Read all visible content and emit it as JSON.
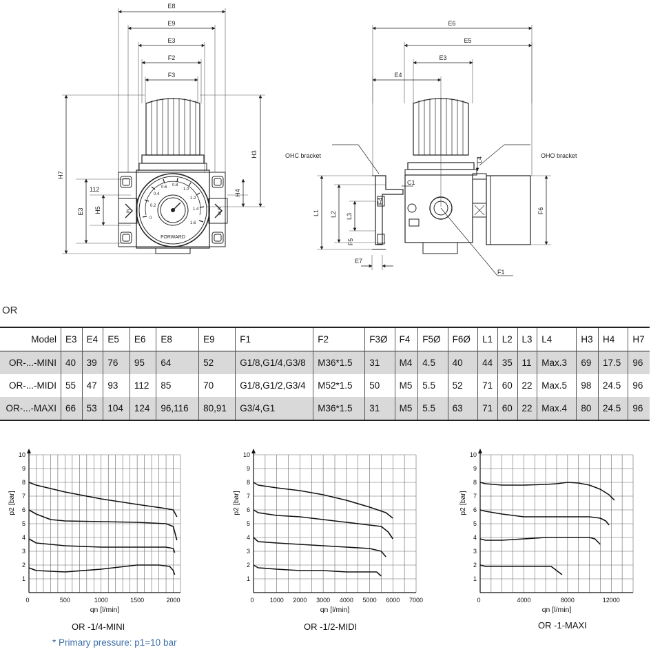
{
  "drawings": {
    "front": {
      "dims": [
        "E8",
        "E9",
        "E3",
        "F2",
        "F3",
        "H3",
        "H7",
        "E3",
        "H5",
        "H4",
        "112"
      ],
      "gauge_brand": "FORWARD",
      "gauge_ticks": [
        "0",
        "0.2",
        "0.4",
        "0.6",
        "0.8",
        "1.0",
        "1.2",
        "1.4",
        "1.6"
      ],
      "port_labels": [
        "IN",
        "OUT"
      ]
    },
    "side": {
      "dims": [
        "E6",
        "E5",
        "E3",
        "E4",
        "L4",
        "C1",
        "F4",
        "F6",
        "L1",
        "L2",
        "L3",
        "F5",
        "E7",
        "F1"
      ],
      "ohc_label": "OHC bracket",
      "oho_label": "OHO bracket"
    }
  },
  "series_label": "OR",
  "table": {
    "headers": [
      "Model",
      "E3",
      "E4",
      "E5",
      "E6",
      "E8",
      "E9",
      "F1",
      "F2",
      "F3Ø",
      "F4",
      "F5Ø",
      "F6Ø",
      "L1",
      "L2",
      "L3",
      "L4",
      "H3",
      "H4",
      "H7"
    ],
    "rows": [
      [
        "OR-...-MINI",
        "40",
        "39",
        "76",
        "95",
        "64",
        "52",
        "G1/8,G1/4,G3/8",
        "M36*1.5",
        "31",
        "M4",
        "4.5",
        "40",
        "44",
        "35",
        "11",
        "Max.3",
        "69",
        "17.5",
        "96"
      ],
      [
        "OR-...-MIDI",
        "55",
        "47",
        "93",
        "112",
        "85",
        "70",
        "G1/8,G1/2,G3/4",
        "M52*1.5",
        "50",
        "M5",
        "5.5",
        "52",
        "71",
        "60",
        "22",
        "Max.5",
        "98",
        "24.5",
        "96"
      ],
      [
        "OR-...-MAXI",
        "66",
        "53",
        "104",
        "124",
        "96,116",
        "80,91",
        "G3/4,G1",
        "M36*1.5",
        "31",
        "M5",
        "5.5",
        "63",
        "71",
        "60",
        "22",
        "Max.4",
        "80",
        "24.5",
        "96"
      ]
    ]
  },
  "chart_data": [
    {
      "type": "line",
      "title": "OR -1/4-MINI",
      "xlabel": "qn [l/min]",
      "ylabel": "p2 [bar]",
      "xlim": [
        0,
        2100
      ],
      "ylim": [
        0,
        10
      ],
      "xticks": [
        500,
        1000,
        1500,
        2000
      ],
      "xtick_labels": [
        "500",
        "1000",
        "1500",
        "2000"
      ],
      "yticks": [
        1,
        2,
        3,
        4,
        5,
        6,
        7,
        8,
        9,
        10
      ],
      "x_zero_label": "0",
      "series": [
        {
          "x": [
            0,
            100,
            500,
            1000,
            1500,
            1900,
            2000,
            2050
          ],
          "y": [
            8.0,
            7.8,
            7.3,
            6.8,
            6.4,
            6.1,
            6.0,
            5.5
          ]
        },
        {
          "x": [
            0,
            100,
            300,
            500,
            1000,
            1500,
            1900,
            2000,
            2050
          ],
          "y": [
            6.0,
            5.7,
            5.3,
            5.2,
            5.15,
            5.1,
            5.0,
            4.8,
            3.8
          ]
        },
        {
          "x": [
            0,
            100,
            500,
            1000,
            1500,
            1900,
            2000,
            2020
          ],
          "y": [
            3.9,
            3.6,
            3.4,
            3.3,
            3.3,
            3.3,
            3.2,
            2.9
          ]
        },
        {
          "x": [
            0,
            100,
            500,
            1000,
            1500,
            1800,
            1950,
            2000,
            2020
          ],
          "y": [
            1.8,
            1.6,
            1.5,
            1.7,
            2.0,
            2.0,
            1.9,
            1.6,
            1.3
          ]
        }
      ]
    },
    {
      "type": "line",
      "title": "OR -1/2-MIDI",
      "xlabel": "qn [l/min]",
      "ylabel": "p2 [bar]",
      "xlim": [
        0,
        7000
      ],
      "ylim": [
        0,
        10
      ],
      "xticks": [
        1000,
        2000,
        3000,
        4000,
        5000,
        6000,
        7000
      ],
      "xtick_labels": [
        "1000",
        "2000",
        "3000",
        "4000",
        "5000",
        "6000",
        "7000"
      ],
      "yticks": [
        1,
        2,
        3,
        4,
        5,
        6,
        7,
        8,
        9,
        10
      ],
      "x_zero_label": "0",
      "series": [
        {
          "x": [
            0,
            200,
            1000,
            2000,
            3000,
            4000,
            5000,
            5700,
            6000
          ],
          "y": [
            8.0,
            7.8,
            7.6,
            7.4,
            7.1,
            6.7,
            6.2,
            5.8,
            5.4
          ]
        },
        {
          "x": [
            0,
            200,
            1000,
            2000,
            3000,
            4000,
            5000,
            5500,
            5800,
            6000
          ],
          "y": [
            6.0,
            5.8,
            5.6,
            5.5,
            5.3,
            5.1,
            4.9,
            4.8,
            4.4,
            3.9
          ]
        },
        {
          "x": [
            0,
            200,
            1000,
            2000,
            3000,
            4000,
            5000,
            5500,
            5700
          ],
          "y": [
            4.0,
            3.7,
            3.6,
            3.5,
            3.4,
            3.3,
            3.2,
            3.0,
            2.6
          ]
        },
        {
          "x": [
            0,
            200,
            1000,
            2000,
            3000,
            4000,
            5000,
            5300,
            5500
          ],
          "y": [
            2.0,
            1.8,
            1.7,
            1.6,
            1.6,
            1.5,
            1.5,
            1.5,
            1.2
          ]
        }
      ]
    },
    {
      "type": "line",
      "title": "OR -1-MAXI",
      "xlabel": "qn [l/min]",
      "ylabel": "p2 [bar]",
      "xlim": [
        0,
        14000
      ],
      "ylim": [
        0,
        10
      ],
      "xticks": [
        4000,
        8000,
        12000
      ],
      "xtick_labels": [
        "4000",
        "8000",
        "12000"
      ],
      "yticks": [
        1,
        2,
        3,
        4,
        5,
        6,
        7,
        8,
        9,
        10
      ],
      "x_zero_label": "0",
      "series": [
        {
          "x": [
            0,
            500,
            2000,
            4000,
            6000,
            7000,
            8000,
            9000,
            10000,
            11000,
            11800,
            12300
          ],
          "y": [
            8.0,
            7.9,
            7.8,
            7.8,
            7.85,
            7.9,
            8.0,
            7.95,
            7.8,
            7.5,
            7.1,
            6.7
          ]
        },
        {
          "x": [
            0,
            500,
            2000,
            4000,
            6000,
            8000,
            10000,
            11000,
            11500,
            11800
          ],
          "y": [
            6.0,
            5.9,
            5.7,
            5.5,
            5.5,
            5.5,
            5.5,
            5.4,
            5.2,
            4.9
          ]
        },
        {
          "x": [
            0,
            500,
            2000,
            4000,
            6000,
            8000,
            10000,
            10500,
            11000
          ],
          "y": [
            3.9,
            3.8,
            3.8,
            3.9,
            4.0,
            4.0,
            4.0,
            3.9,
            3.5
          ]
        },
        {
          "x": [
            0,
            500,
            2000,
            4000,
            6000,
            6500,
            7000,
            7500
          ],
          "y": [
            2.0,
            1.9,
            1.9,
            1.9,
            1.9,
            1.9,
            1.6,
            1.3
          ]
        }
      ]
    }
  ],
  "footnote": "*  Primary pressure:  p1=10 bar"
}
